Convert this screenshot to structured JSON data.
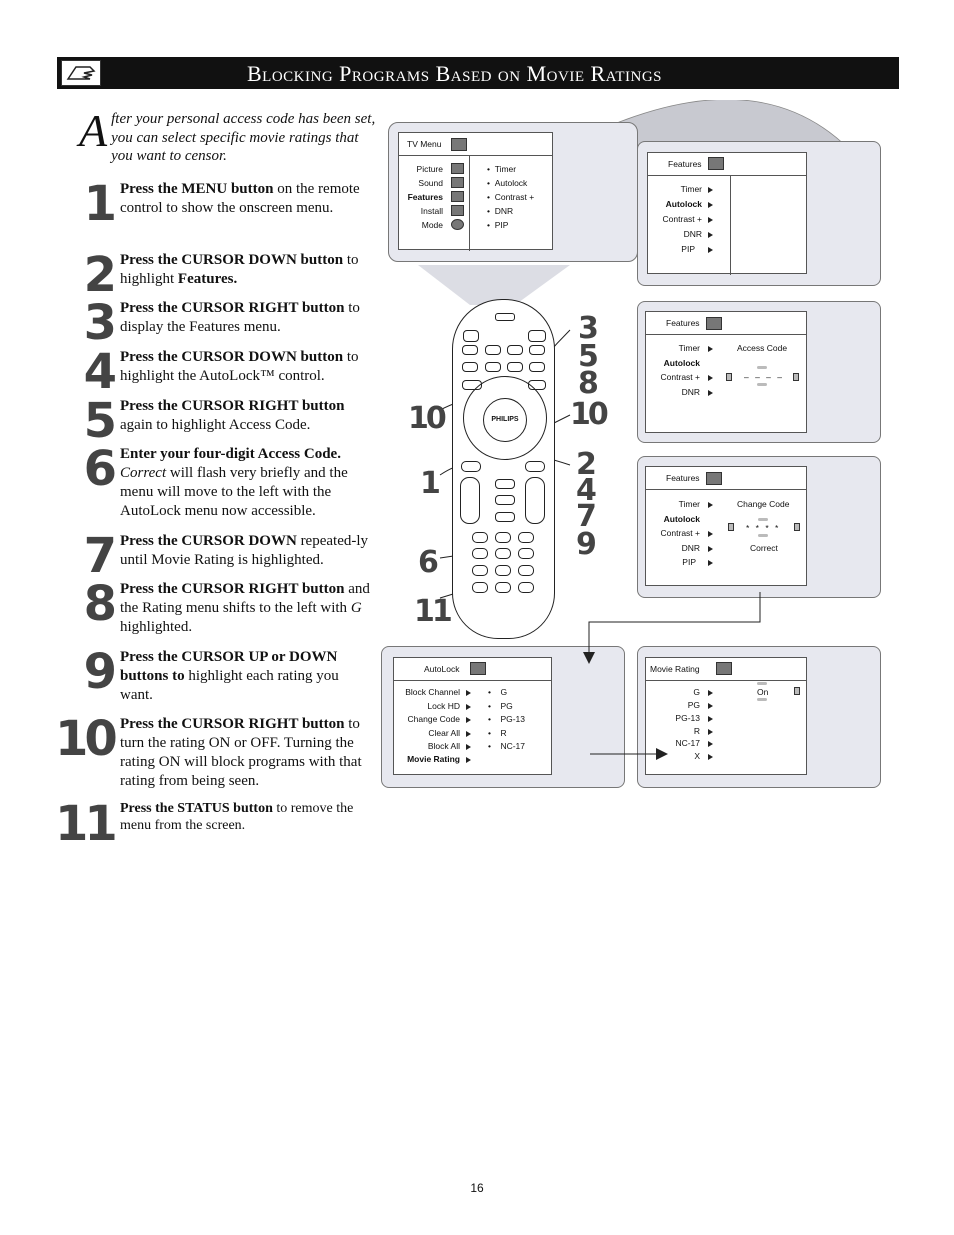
{
  "header": {
    "title": "Blocking Programs Based on Movie Ratings"
  },
  "intro": {
    "dropcap": "A",
    "text": "fter your personal access code has been set, you can select specific movie ratings that you want to censor."
  },
  "steps": [
    {
      "n": "1",
      "bold": "Press the MENU button",
      "rest": " on the remote control to show the onscreen menu."
    },
    {
      "n": "2",
      "bold": "Press the CURSOR  DOWN button",
      "rest": " to highlight ",
      "bold2": "Features."
    },
    {
      "n": "3",
      "bold": "Press the CURSOR RIGHT button",
      "rest": " to display the Features menu."
    },
    {
      "n": "4",
      "bold": "Press the CURSOR DOWN button",
      "rest": " to highlight the AutoLock™ control."
    },
    {
      "n": "5",
      "bold": "Press the CURSOR RIGHT button",
      "rest": " again to highlight Access Code."
    },
    {
      "n": "6",
      "bold": "Enter your four-digit Access Code.",
      "ital": "Correct",
      "rest": " will flash very briefly and the menu will move to the left with the AutoLock menu now accessible."
    },
    {
      "n": "7",
      "bold": "Press the CURSOR DOWN",
      "rest": " repeated-ly until Movie Rating is highlighted."
    },
    {
      "n": "8",
      "bold": "Press the CURSOR RIGHT button",
      "rest": " and the Rating menu shifts to the left with ",
      "ital": "G",
      "rest2": " highlighted."
    },
    {
      "n": "9",
      "bold": "Press the CURSOR UP or DOWN buttons to",
      "rest": " highlight each rating you want."
    },
    {
      "n": "10",
      "bold": "Press the CURSOR RIGHT button",
      "rest": " to turn the rating ON or OFF.  Turning the rating ON will block programs with that rating from being seen."
    },
    {
      "n": "11",
      "bold": "Press the STATUS button",
      "rest": " to remove the menu from the screen."
    }
  ],
  "screens": {
    "tv_menu": {
      "title": "TV Menu",
      "left": [
        "Picture",
        "Sound",
        "Features",
        "Install",
        "Mode"
      ],
      "right": [
        "Timer",
        "Autolock",
        "Contrast +",
        "DNR",
        "PIP"
      ]
    },
    "features1": {
      "title": "Features",
      "items": [
        "Timer",
        "Autolock",
        "Contrast +",
        "DNR",
        "PIP"
      ]
    },
    "features2": {
      "title": "Features",
      "items": [
        "Timer",
        "Autolock",
        "Contrast +",
        "DNR"
      ],
      "label": "Access Code",
      "code": "– – – –"
    },
    "features3": {
      "title": "Features",
      "items": [
        "Timer",
        "Autolock",
        "Contrast +",
        "DNR",
        "PIP"
      ],
      "label": "Change Code",
      "code": "* * * *",
      "status": "Correct"
    },
    "autolock": {
      "title": "AutoLock",
      "items": [
        "Block Channel",
        "Lock HD",
        "Change Code",
        "Clear All",
        "Block All",
        "Movie Rating"
      ],
      "ratings": [
        "G",
        "PG",
        "PG-13",
        "R",
        "NC-17"
      ]
    },
    "movie_rating": {
      "title": "Movie Rating",
      "items": [
        "G",
        "PG",
        "PG-13",
        "R",
        "NC-17",
        "X"
      ],
      "value": "On"
    }
  },
  "callouts": {
    "c1": "10",
    "c2": "1",
    "c3": "6",
    "c4": "11",
    "c5": "3",
    "c6": "5",
    "c7": "8",
    "c8": "10",
    "c9": "2",
    "c10": "4",
    "c11": "7",
    "c12": "9"
  },
  "remote": {
    "brand": "PHILIPS"
  },
  "page": {
    "number": "16"
  }
}
